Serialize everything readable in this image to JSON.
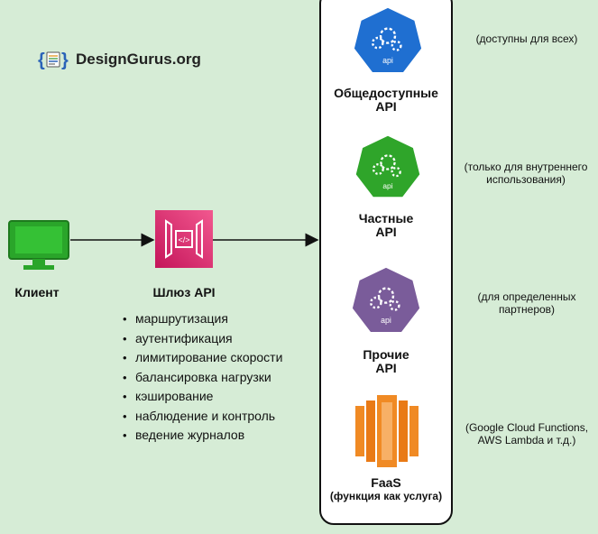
{
  "logo": {
    "text": "DesignGurus.org",
    "icon": "curly-brace-doc-icon"
  },
  "client": {
    "label": "Клиент",
    "icon": "monitor-icon"
  },
  "gateway": {
    "label": "Шлюз API",
    "icon": "api-gateway-icon",
    "features": [
      "маршрутизация",
      "аутентификация",
      "лимитирование скорости",
      "балансировка нагрузки",
      "кэширование",
      "наблюдение и контроль",
      "ведение журналов"
    ]
  },
  "apis": [
    {
      "line1": "Общедоступные",
      "line2": "API",
      "badge": "api",
      "color": "#1f6fd1",
      "note1": "(доступны для всех)",
      "note2": ""
    },
    {
      "line1": "Частные",
      "line2": "API",
      "badge": "api",
      "color": "#2fa52a",
      "note1": "(только для внутреннего",
      "note2": "использования)"
    },
    {
      "line1": "Прочие",
      "line2": "API",
      "badge": "api",
      "color": "#7a5c9a",
      "note1": "(для определенных",
      "note2": "партнеров)"
    }
  ],
  "faas": {
    "line1": "FaaS",
    "line2": "(функция как услуга)",
    "color": "#f08a24",
    "note1": "(Google Cloud Functions,",
    "note2": "AWS Lambda и т.д.)"
  }
}
